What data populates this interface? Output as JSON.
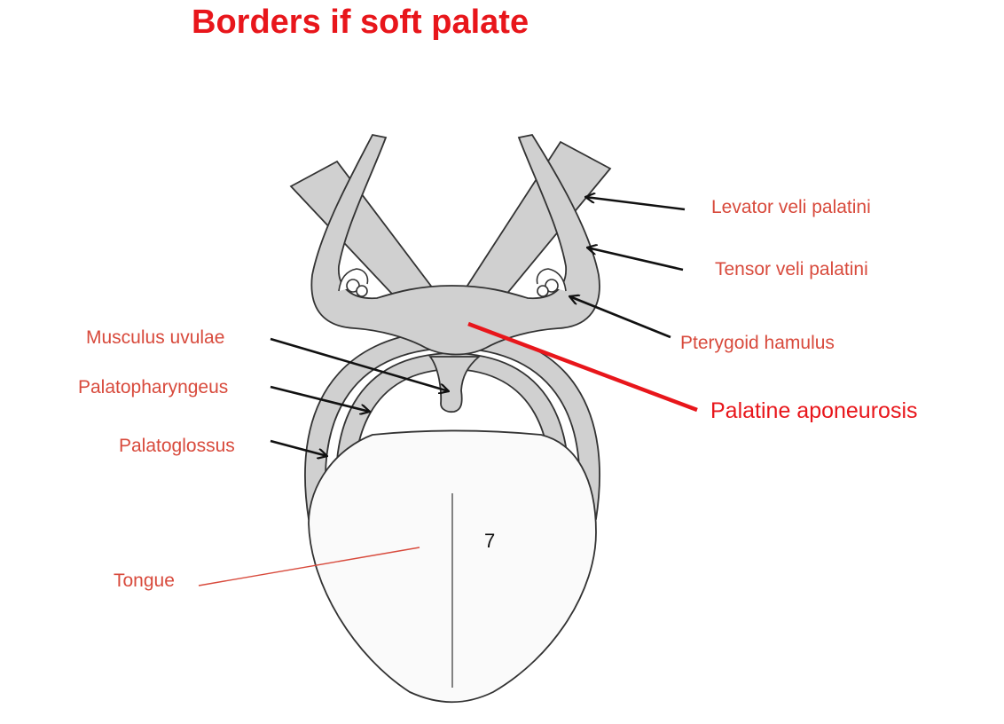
{
  "title": "Borders if soft palate",
  "labels": {
    "levator": "Levator veli palatini",
    "tensor": "Tensor veli palatini",
    "hamulus": "Pterygoid hamulus",
    "aponeurosis": "Palatine aponeurosis",
    "uvulae": "Musculus uvulae",
    "palatopharyngeus": "Palatopharyngeus",
    "palatoglossus": "Palatoglossus",
    "tongue": "Tongue"
  },
  "tongue_number": "7",
  "colors": {
    "title": "#e8161b",
    "label": "#d84a3c",
    "muscle_fill": "#d0d0d0",
    "outline": "#333333",
    "arrow": "#111111",
    "tongue_fill": "#fafafa",
    "leader_line": "#d84a3c",
    "aponeurosis_line": "#e8161b"
  }
}
